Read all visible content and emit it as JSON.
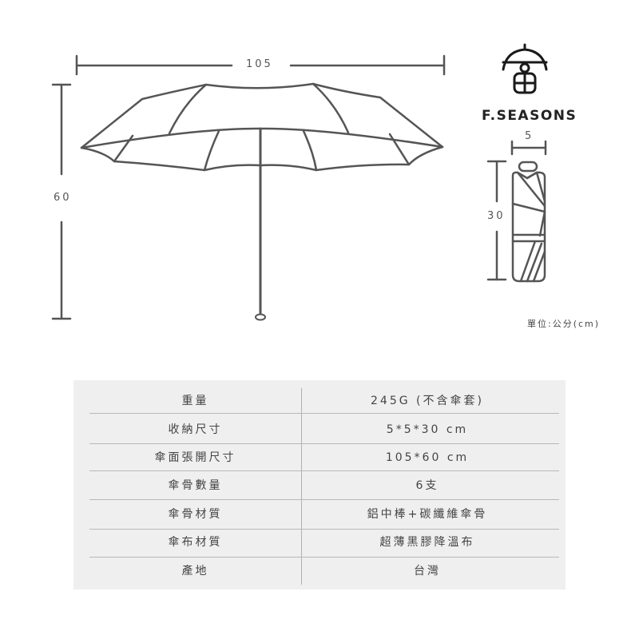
{
  "diagram": {
    "open_umbrella": {
      "width_label": "105",
      "height_label": "60"
    },
    "folded_umbrella": {
      "width_label": "5",
      "height_label": "30"
    },
    "unit_note": "單位:公分(cm)",
    "colors": {
      "line": "#555555",
      "table_bg": "#efefef",
      "divider": "#b8b8b8"
    }
  },
  "brand": {
    "name": "F.SEASONS",
    "logo_icon": "umbrella-person-icon"
  },
  "specs": {
    "rows": [
      {
        "label": "重量",
        "value": "245G (不含傘套)"
      },
      {
        "label": "收納尺寸",
        "value": "5*5*30 cm"
      },
      {
        "label": "傘面張開尺寸",
        "value": "105*60 cm"
      },
      {
        "label": "傘骨數量",
        "value": "6支"
      },
      {
        "label": "傘骨材質",
        "value": "鋁中棒+碳纖維傘骨"
      },
      {
        "label": "傘布材質",
        "value": "超薄黑膠降溫布"
      },
      {
        "label": "產地",
        "value": "台灣"
      }
    ]
  }
}
